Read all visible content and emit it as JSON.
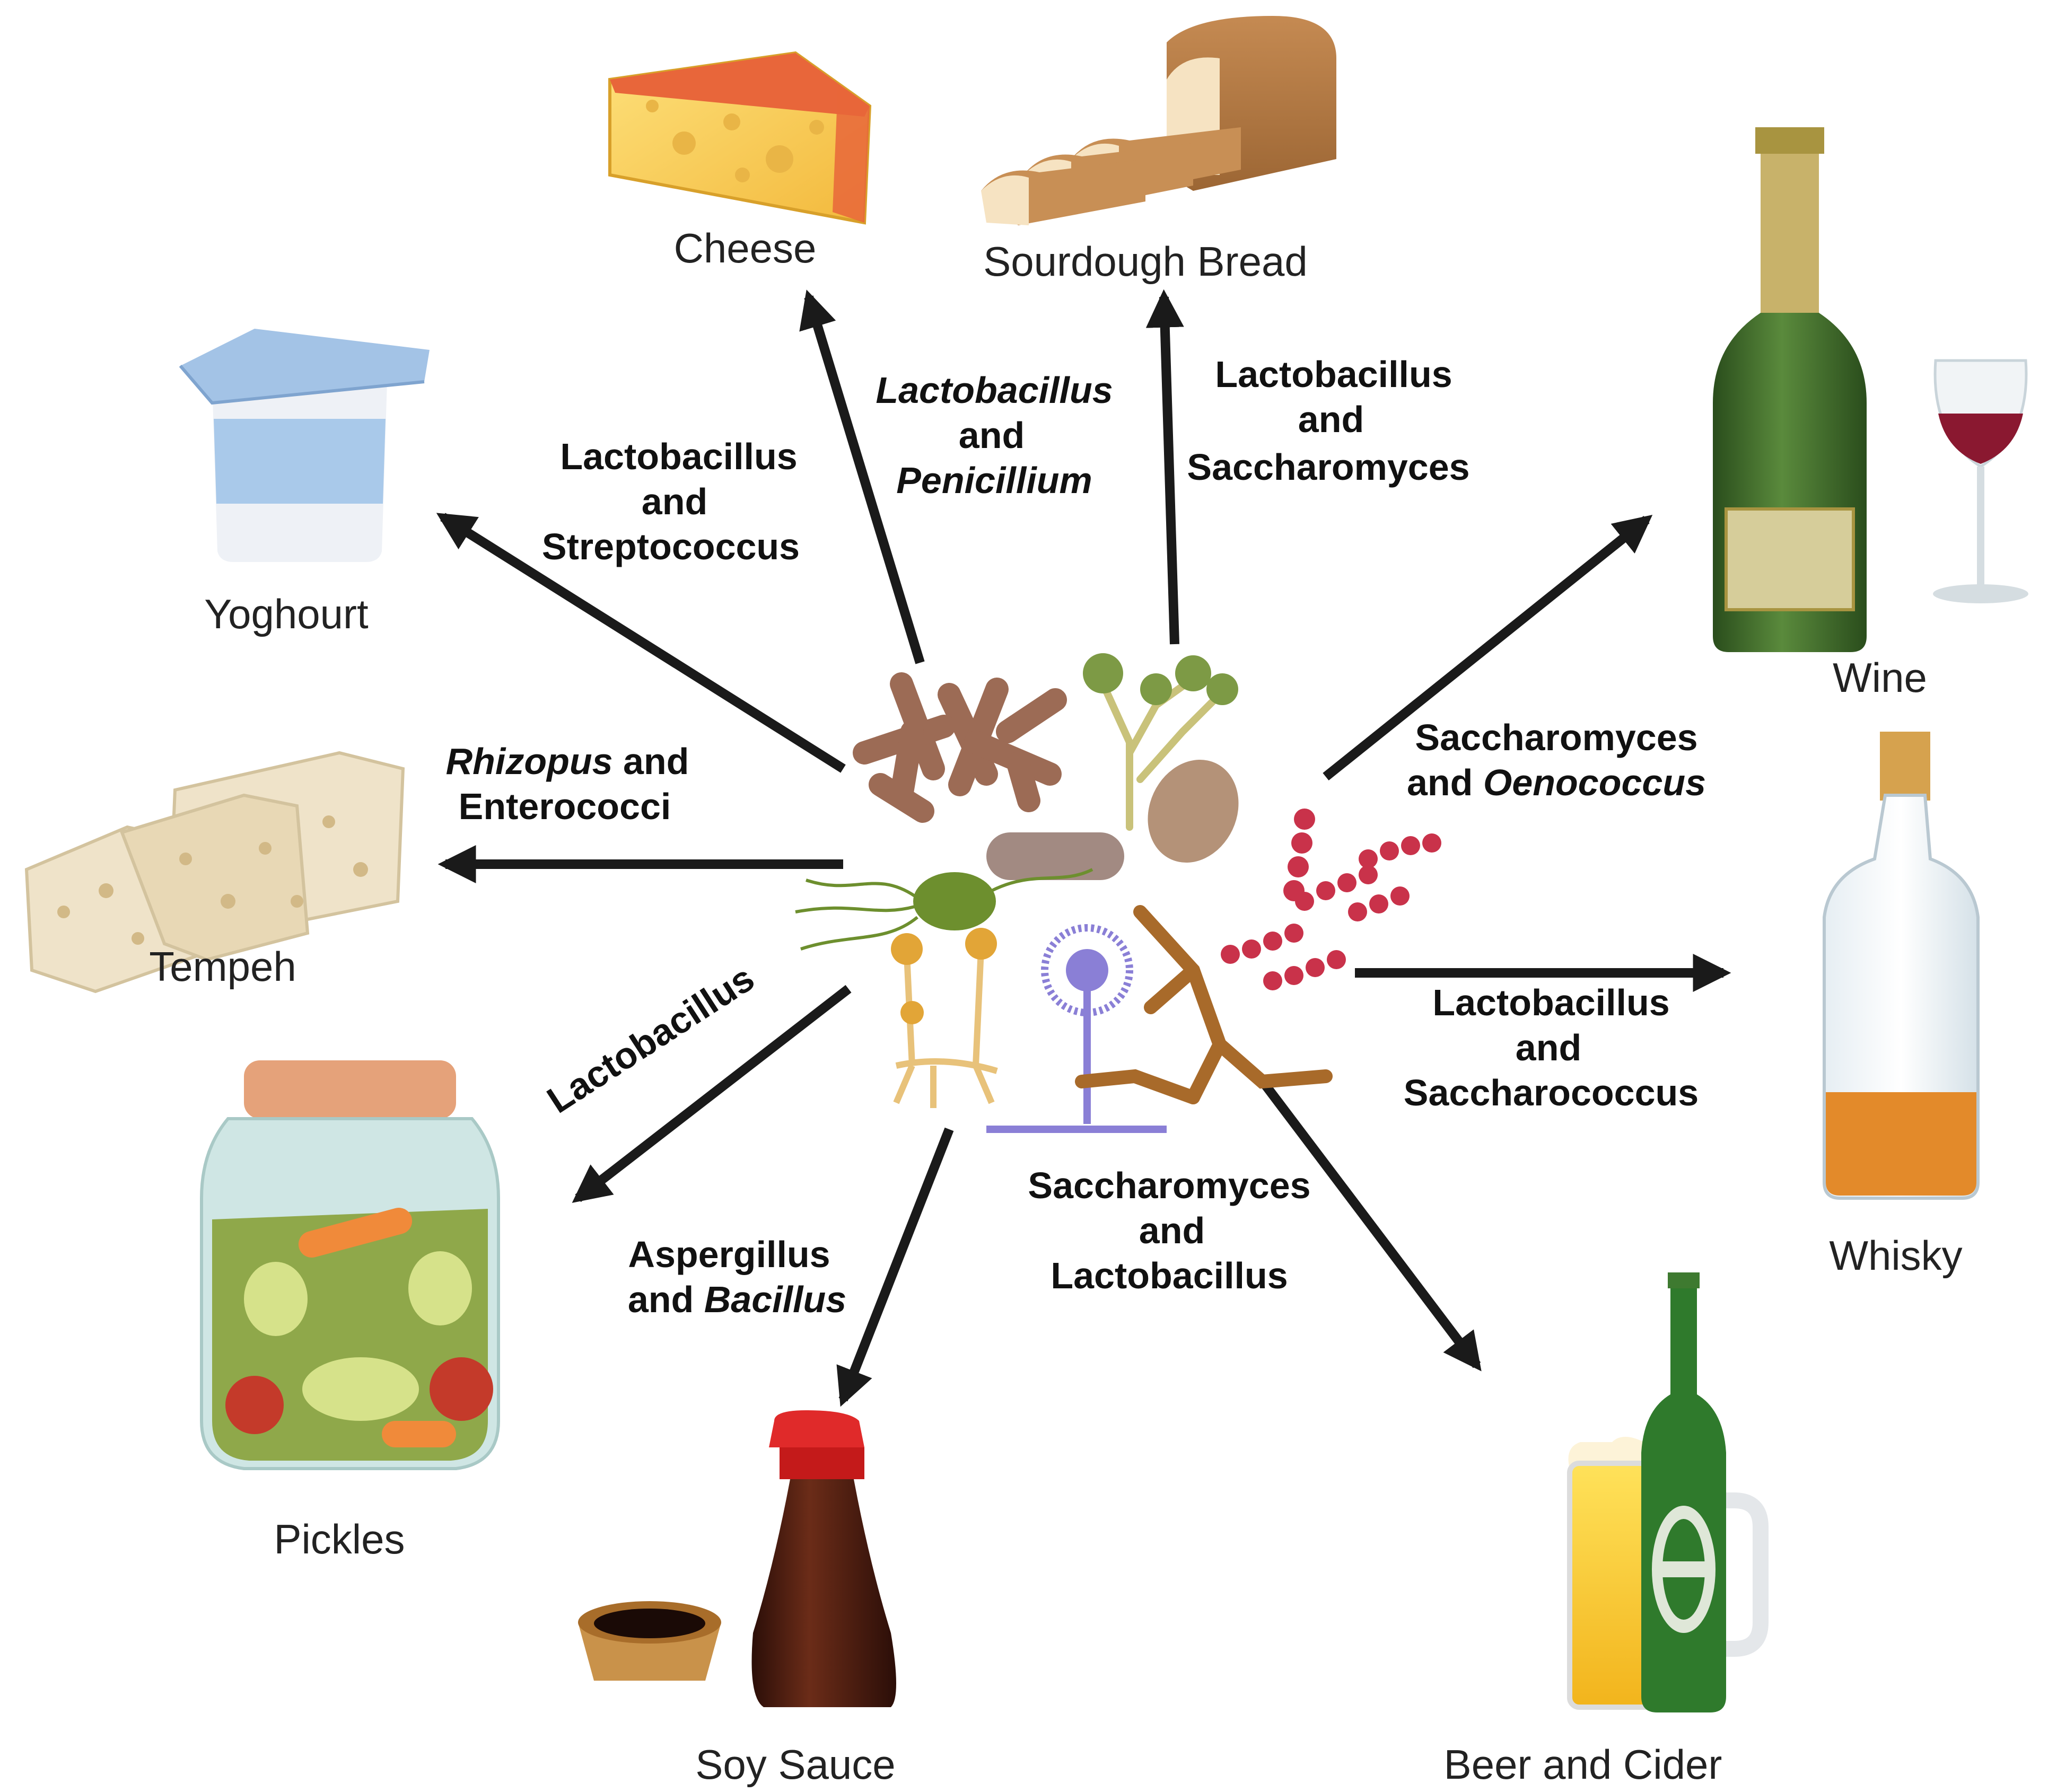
{
  "foods": {
    "cheese": "Cheese",
    "bread": "Sourdough Bread",
    "yoghourt": "Yoghourt",
    "wine": "Wine",
    "tempeh": "Tempeh",
    "whisky": "Whisky",
    "pickles": "Pickles",
    "soy": "Soy Sauce",
    "beer": "Beer and Cider"
  },
  "microbes": {
    "cheese": [
      "Lactobacillus",
      "and",
      "Penicillium"
    ],
    "bread": [
      "Lactobacillus",
      "and",
      "Saccharomyces"
    ],
    "yoghourt": [
      "Lactobacillus",
      "and",
      "Streptococcus"
    ],
    "wine": [
      "Saccharomyces",
      "and Oenococcus"
    ],
    "tempeh": [
      "Rhizopus and",
      "Enterococci"
    ],
    "whisky": [
      "Lactobacillus",
      "and",
      "Saccharococcus"
    ],
    "pickles": [
      "Lactobacillus"
    ],
    "soy": [
      "Aspergillus",
      "and Bacillus"
    ],
    "beer": [
      "Saccharomyces",
      "and",
      "Lactobacillus"
    ]
  },
  "icons": [
    "cheese-icon",
    "bread-icon",
    "yoghourt-icon",
    "wine-bottle-icon",
    "wine-glass-icon",
    "tempeh-icon",
    "whisky-bottle-icon",
    "pickle-jar-icon",
    "soy-sauce-bottle-icon",
    "soy-dish-icon",
    "beer-mug-icon",
    "beer-bottle-icon",
    "microbe-cluster-icon"
  ],
  "colors": {
    "arrow": "#1a1a1a",
    "bacteria_brown": "#9c6b55",
    "bacteria_red": "#c9324a",
    "mold_green": "#7d9a45",
    "mold_purple": "#8a7fd6",
    "wine_bottle": "#3e6b2a",
    "beer_bottle": "#2f7a2c"
  }
}
